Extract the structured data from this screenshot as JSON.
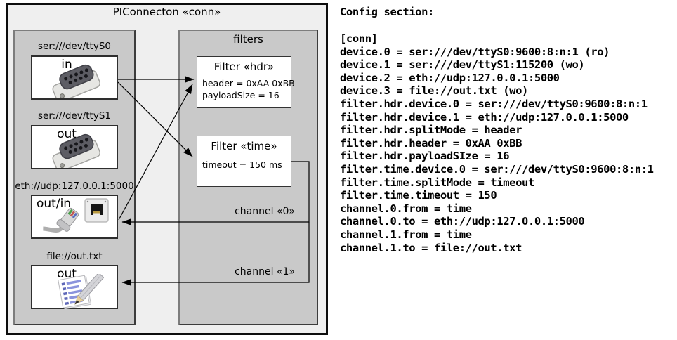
{
  "diagram": {
    "title": "PIConnecton «conn»",
    "devices_panel": {
      "devices": [
        {
          "label": "ser:///dev/ttyS0",
          "direction": "in",
          "icon": "serial-connector-icon"
        },
        {
          "label": "ser:///dev/ttyS1",
          "direction": "out",
          "icon": "serial-connector-icon"
        },
        {
          "label": "eth://udp:127.0.0.1:5000",
          "direction": "out/in",
          "icon": "ethernet-connector-icon"
        },
        {
          "label": "file://out.txt",
          "direction": "out",
          "icon": "notepad-pencil-icon"
        }
      ]
    },
    "filters_panel": {
      "title": "filters",
      "filters": [
        {
          "title": "Filter «hdr»",
          "properties": [
            "header = 0xAA 0xBB",
            "payloadSize = 16"
          ]
        },
        {
          "title": "Filter «time»",
          "properties": [
            "timeout = 150 ms"
          ]
        }
      ]
    },
    "channels": [
      {
        "label": "channel «0»"
      },
      {
        "label": "channel «1»"
      }
    ]
  },
  "config": {
    "heading": "Config section:",
    "lines": [
      "[conn]",
      "device.0 = ser:///dev/ttyS0:9600:8:n:1 (ro)",
      "device.1 = ser:///dev/ttyS1:115200 (wo)",
      "device.2 = eth://udp:127.0.0.1:5000",
      "device.3 = file://out.txt (wo)",
      "filter.hdr.device.0 = ser:///dev/ttyS0:9600:8:n:1",
      "filter.hdr.device.1 = eth://udp:127.0.0.1:5000",
      "filter.hdr.splitMode = header",
      "filter.hdr.header = 0xAA 0xBB",
      "filter.hdr.payloadSIze = 16",
      "filter.time.device.0 = ser:///dev/ttyS0:9600:8:n:1",
      "filter.time.splitMode = timeout",
      "filter.time.timeout = 150",
      "channel.0.from = time",
      "channel.0.to = eth://udp:127.0.0.1:5000",
      "channel.1.from = time",
      "channel.1.to = file://out.txt"
    ]
  },
  "colors": {
    "outer_fill": "#efefef",
    "panel_fill": "#c9c9c9",
    "box_fill": "#ffffff",
    "line_color": "#000000"
  }
}
